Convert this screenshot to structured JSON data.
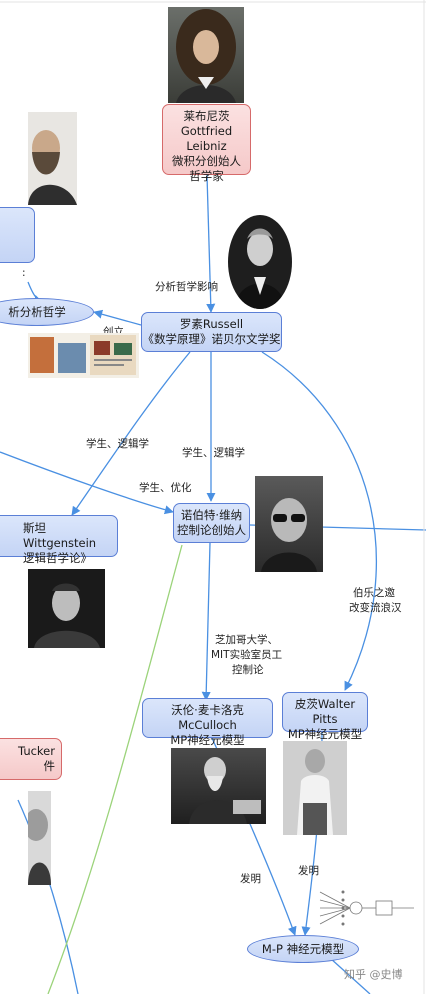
{
  "nodes": {
    "leibniz": {
      "line1": "莱布尼茨",
      "line2": "Gottfried Leibniz",
      "line3": "微积分创始人",
      "line4": "哲学家"
    },
    "russell": {
      "line1": "罗素Russell",
      "line2": "《数学原理》诺贝尔文学奖"
    },
    "wiener": {
      "line1": "诺伯特·维纳",
      "line2": "控制论创始人"
    },
    "wittgenstein": {
      "line1": "斯坦Wittgenstein",
      "line2": "逻辑哲学论》"
    },
    "mcculloch": {
      "line1": "沃伦·麦卡洛克McCulloch",
      "line2": "MP神经元模型"
    },
    "pitts": {
      "line1": "皮茨Walter Pitts",
      "line2": "MP神经元模型"
    },
    "tucker": {
      "line1": "Tucker",
      "line2": "件"
    },
    "analytic": {
      "label": "析分析哲学"
    },
    "mp_model": {
      "label": "M-P 神经元模型"
    }
  },
  "edge_labels": {
    "analysis_influence": "分析哲学影响",
    "founded": "创立",
    "student_logic_left": "学生、逻辑学",
    "student_logic_mid": "学生、逻辑学",
    "student_optimize": "学生、优化",
    "invited_1": "伯乐之邀",
    "invited_2": "改变流浪汉",
    "chicago_1": "芝加哥大学、",
    "chicago_2": "MIT实验室员工",
    "chicago_3": "控制论",
    "invent_left": "发明",
    "invent_right": "发明"
  },
  "watermark": "知乎 @史博",
  "colors": {
    "blue_border": "#5b7fd6",
    "red_border": "#d66a6a",
    "arrow": "#4a90e2",
    "green_line": "#9bd37a"
  }
}
